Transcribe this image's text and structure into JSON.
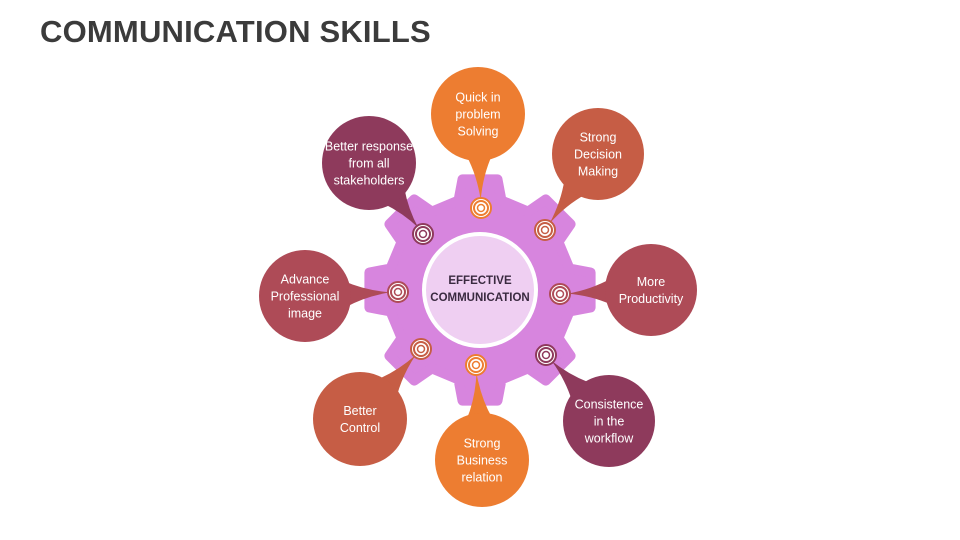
{
  "title": "COMMUNICATION SKILLS",
  "center": {
    "lines": [
      "EFFECTIVE",
      "COMMUNICATION"
    ]
  },
  "nodes": [
    {
      "id": "quick-problem-solving",
      "lines": [
        "Quick in",
        "problem",
        "Solving"
      ],
      "color": "#ED7D31"
    },
    {
      "id": "strong-decision-making",
      "lines": [
        "Strong",
        "Decision",
        "Making"
      ],
      "color": "#C65D45"
    },
    {
      "id": "more-productivity",
      "lines": [
        "More",
        "Productivity"
      ],
      "color": "#AE4B57"
    },
    {
      "id": "consistence-workflow",
      "lines": [
        "Consistence",
        "in the",
        "workflow"
      ],
      "color": "#8E3A5C"
    },
    {
      "id": "strong-business-relation",
      "lines": [
        "Strong",
        "Business",
        "relation"
      ],
      "color": "#ED7D31"
    },
    {
      "id": "better-control",
      "lines": [
        "Better",
        "Control"
      ],
      "color": "#C65D45"
    },
    {
      "id": "advance-professional-image",
      "lines": [
        "Advance",
        "Professional",
        "image"
      ],
      "color": "#AE4B57"
    },
    {
      "id": "better-response-stakeholders",
      "lines": [
        "Better response",
        "from all",
        "stakeholders"
      ],
      "color": "#8E3A5C"
    }
  ],
  "colors": {
    "gear": "#D785DE",
    "center_fill": "#EFCFF2",
    "center_ring": "#FFFFFF"
  }
}
